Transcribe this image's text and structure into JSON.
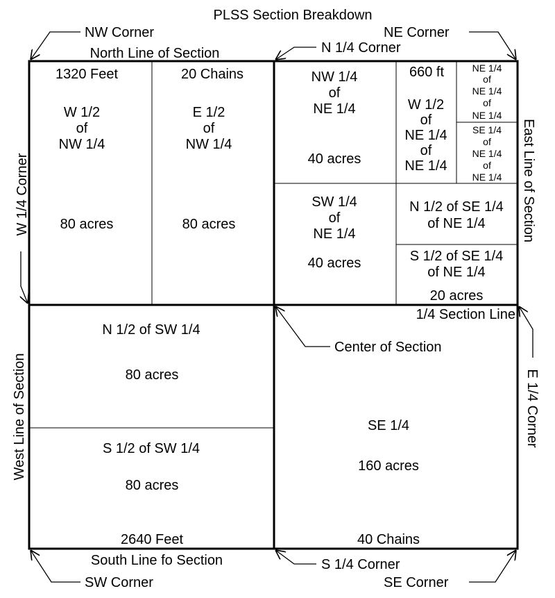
{
  "title": "PLSS Section Breakdown",
  "boundary_labels": {
    "north": "North Line of Section",
    "south": "South Line fo Section",
    "west": "West Line of Section",
    "east": "East Line of Section",
    "quarter_section_line": "1/4 Section Line"
  },
  "corners": {
    "nw": "NW Corner",
    "ne": "NE Corner",
    "sw": "SW Corner",
    "se": "SE Corner",
    "n_quarter": "N 1/4 Corner",
    "s_quarter": "S 1/4 Corner",
    "w_quarter": "W 1/4 Corner",
    "e_quarter": "E 1/4 Corner",
    "center": "Center of Section"
  },
  "measurements": {
    "top_left": "1320 Feet",
    "top_middle": "20 Chains",
    "ne_small": "660 ft",
    "bottom_left": "2640 Feet",
    "bottom_right": "40 Chains"
  },
  "parcels": {
    "w_half_nw": {
      "lines": [
        "W 1/2",
        "of",
        "NW 1/4"
      ],
      "area": "80 acres"
    },
    "e_half_nw": {
      "lines": [
        "E 1/2",
        "of",
        "NW 1/4"
      ],
      "area": "80 acres"
    },
    "nw_ne": {
      "lines": [
        "NW 1/4",
        "of",
        "NE 1/4"
      ],
      "area": "40 acres"
    },
    "w_half_ne_ne": {
      "lines": [
        "W 1/2",
        "of",
        "NE 1/4",
        "of",
        "NE 1/4"
      ]
    },
    "ne_ne_ne": {
      "lines": [
        "NE 1/4",
        "of",
        "NE 1/4",
        "of",
        "NE 1/4"
      ]
    },
    "se_ne_ne": {
      "lines": [
        "SE 1/4",
        "of",
        "NE 1/4",
        "of",
        "NE 1/4"
      ]
    },
    "sw_ne": {
      "lines": [
        "SW 1/4",
        "of",
        "NE 1/4"
      ],
      "area": "40 acres"
    },
    "n_half_se_ne": {
      "lines": [
        "N 1/2 of SE 1/4",
        "of NE 1/4"
      ]
    },
    "s_half_se_ne": {
      "lines": [
        "S 1/2 of SE 1/4",
        "of NE 1/4"
      ],
      "area": "20 acres"
    },
    "n_half_sw": {
      "lines": [
        "N 1/2 of SW 1/4"
      ],
      "area": "80 acres"
    },
    "s_half_sw": {
      "lines": [
        "S 1/2 of SW 1/4"
      ],
      "area": "80 acres"
    },
    "se": {
      "lines": [
        "SE 1/4"
      ],
      "area": "160 acres"
    }
  }
}
